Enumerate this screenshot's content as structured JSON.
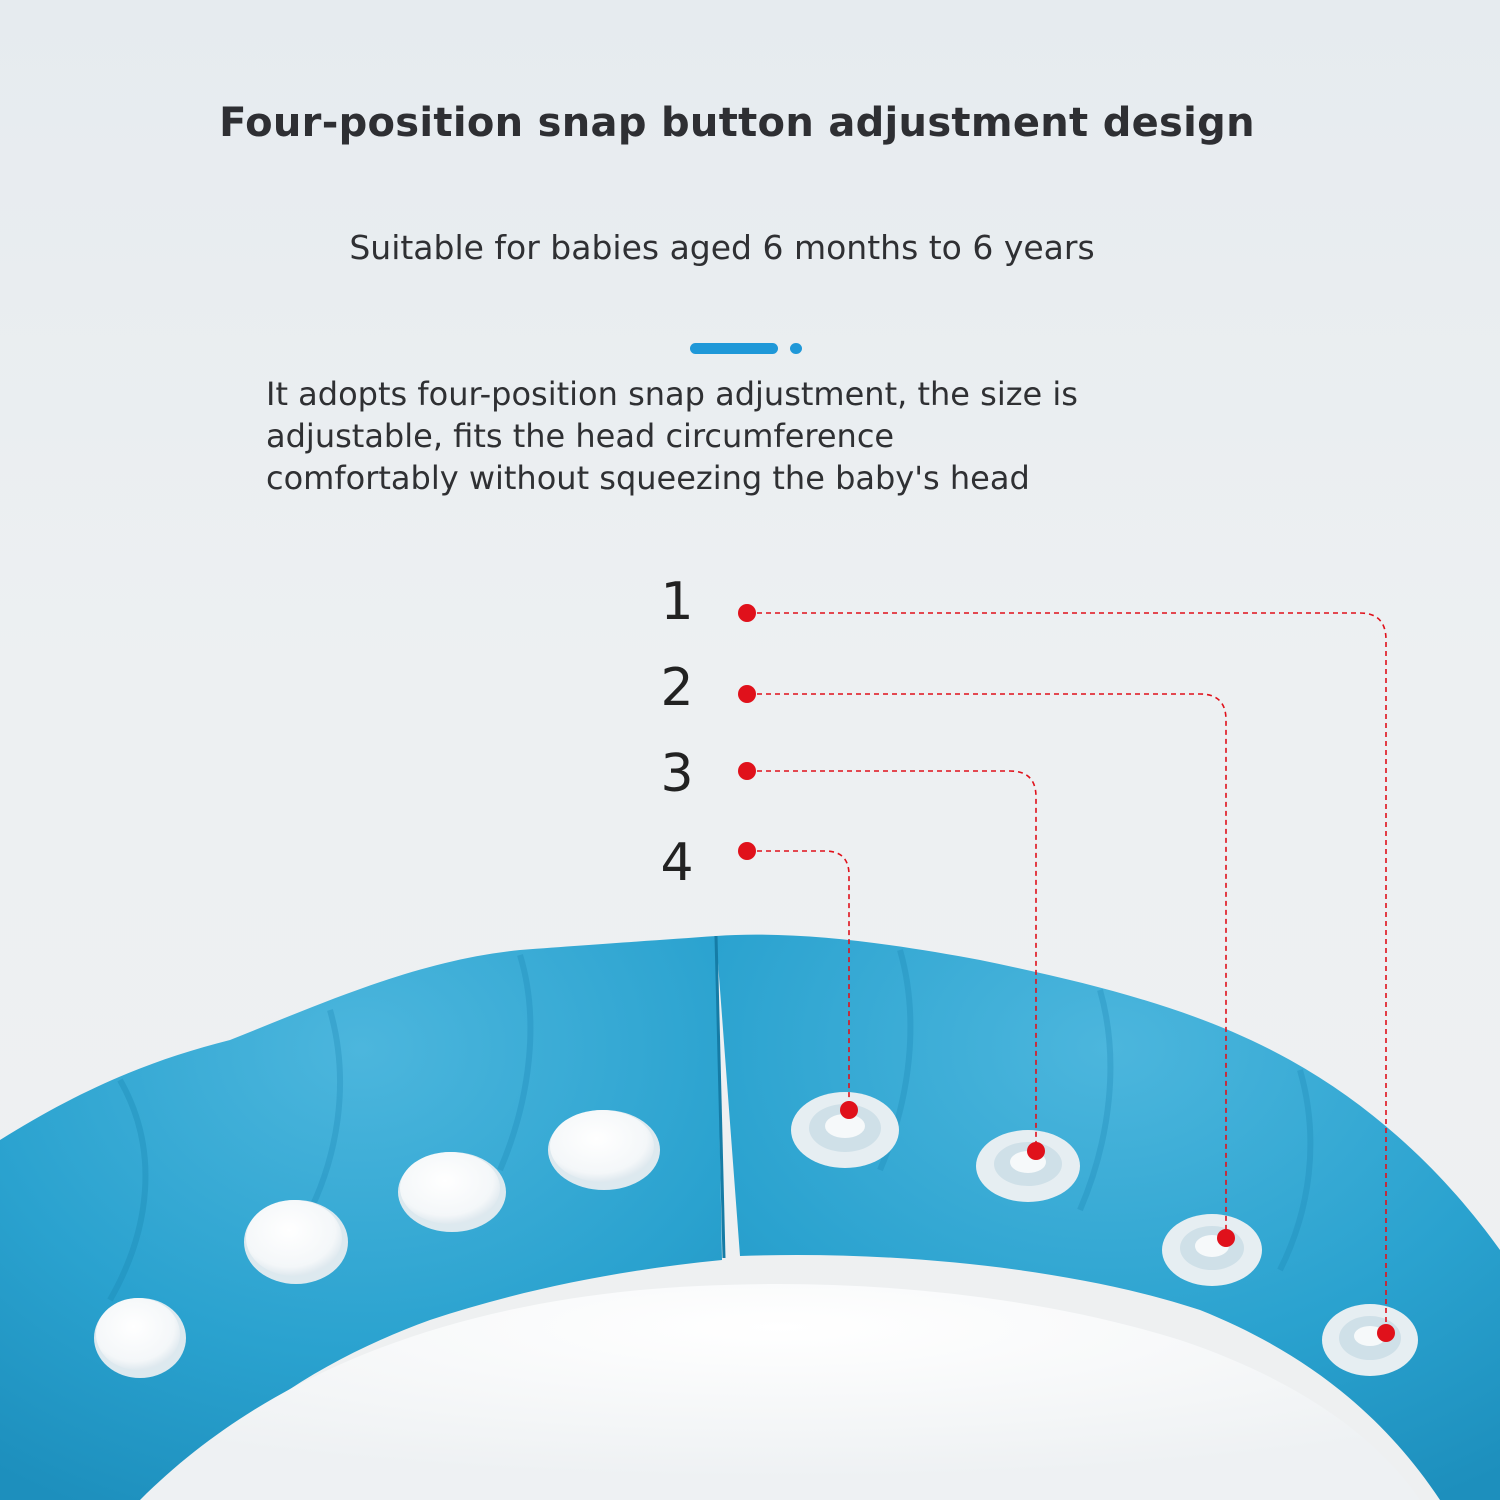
{
  "headline": "Four-position snap button adjustment design",
  "subtitle": "Suitable for babies aged 6 months to 6 years",
  "description": {
    "line1": "It adopts four-position snap adjustment, the size is",
    "line2": "adjustable, fits the head circumference",
    "line3": "comfortably without squeezing the baby's head"
  },
  "positions": [
    "1",
    "2",
    "3",
    "4"
  ],
  "colors": {
    "accent": "#1f98d8",
    "product": "#29a3cf",
    "marker": "#e0111b",
    "text": "#2f3033"
  },
  "icons": [
    "accent-divider-bar",
    "accent-divider-dot",
    "snap-button",
    "snap-button-hole",
    "position-marker"
  ]
}
